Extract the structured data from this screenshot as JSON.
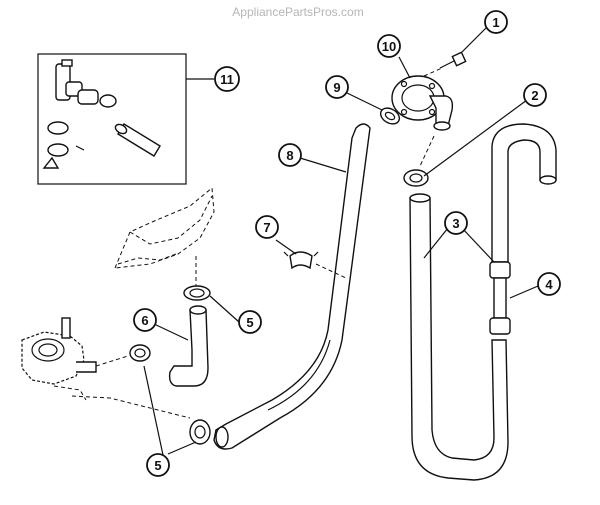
{
  "watermark": "AppliancePartsPros.com",
  "callouts": {
    "c1": "1",
    "c2": "2",
    "c3": "3",
    "c4": "4",
    "c5a": "5",
    "c5b": "5",
    "c6": "6",
    "c7": "7",
    "c8": "8",
    "c9": "9",
    "c10": "10",
    "c11": "11"
  }
}
